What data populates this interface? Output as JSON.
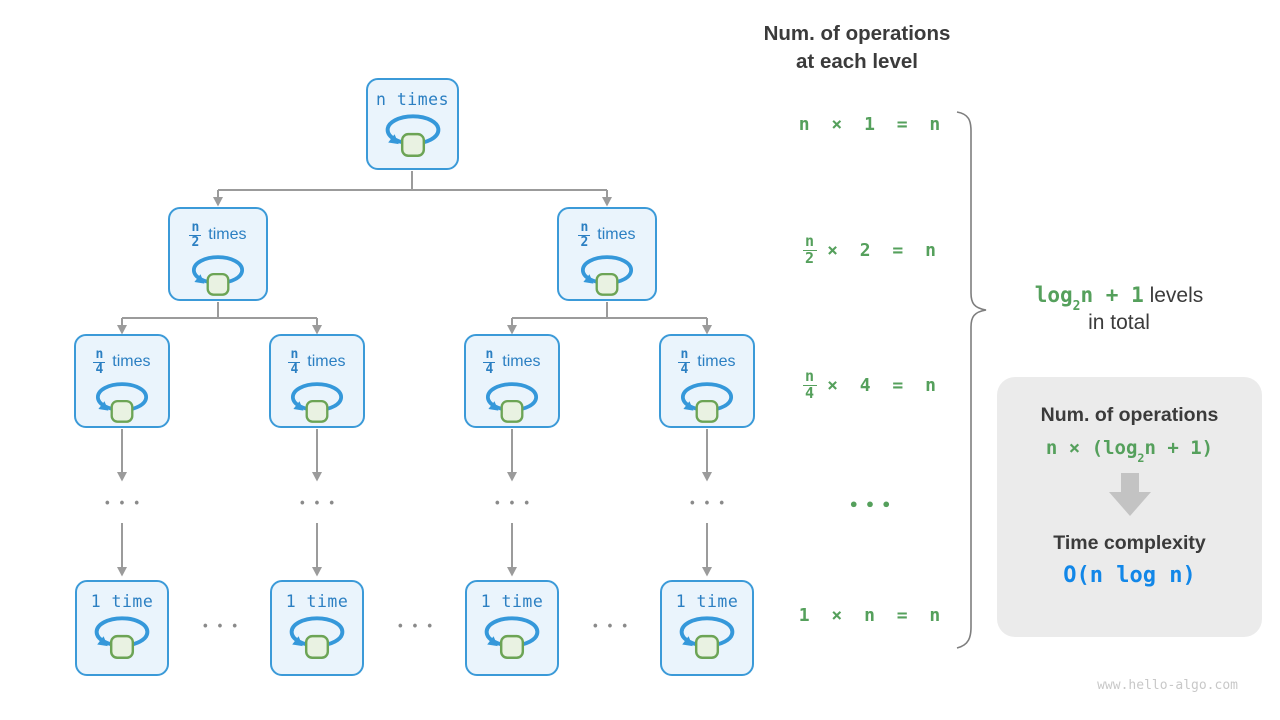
{
  "header": {
    "line1": "Num. of operations",
    "line2": "at each level"
  },
  "tree": {
    "root": {
      "label": "n times"
    },
    "level2": {
      "numerator": "n",
      "denominator": "2",
      "word": "times"
    },
    "level3": {
      "numerator": "n",
      "denominator": "4",
      "word": "times"
    },
    "leaf": {
      "label": "1 time"
    },
    "gap_dots": "•••"
  },
  "operations": {
    "row1": "n × 1 = n",
    "row2": {
      "numerator": "n",
      "denominator": "2",
      "rest": "× 2 = n"
    },
    "row3": {
      "numerator": "n",
      "denominator": "4",
      "rest": "× 4 = n"
    },
    "dots": "•••",
    "row4": "1 × n = n"
  },
  "levels_note": {
    "green_pre": "log",
    "green_sub": "2",
    "green_post": "n + 1",
    "line1_rest": " levels",
    "line2": "in total"
  },
  "summary": {
    "title": "Num. of operations",
    "formula_pre": "n × (log",
    "formula_sub": "2",
    "formula_post": "n + 1)",
    "subtitle": "Time complexity",
    "complexity": "O(n log n)"
  },
  "watermark": {
    "text": "www.hello-algo.com"
  },
  "colors": {
    "node_border_blue": "#3b9ad8",
    "node_fill_blue": "#eaf4fc",
    "node_text_blue": "#2b7fc2",
    "loop_square_green_border": "#6ca455",
    "loop_square_green_fill": "#e9f2e2",
    "formula_green": "#55a05c",
    "dark_text": "#3b3b3b",
    "connector_gray": "#9b9b9b",
    "summary_box_bg": "#ebebeb",
    "block_arrow_gray": "#c3c3c3",
    "complexity_blue": "#1287e8",
    "watermark_gray": "#c8c8c8"
  }
}
